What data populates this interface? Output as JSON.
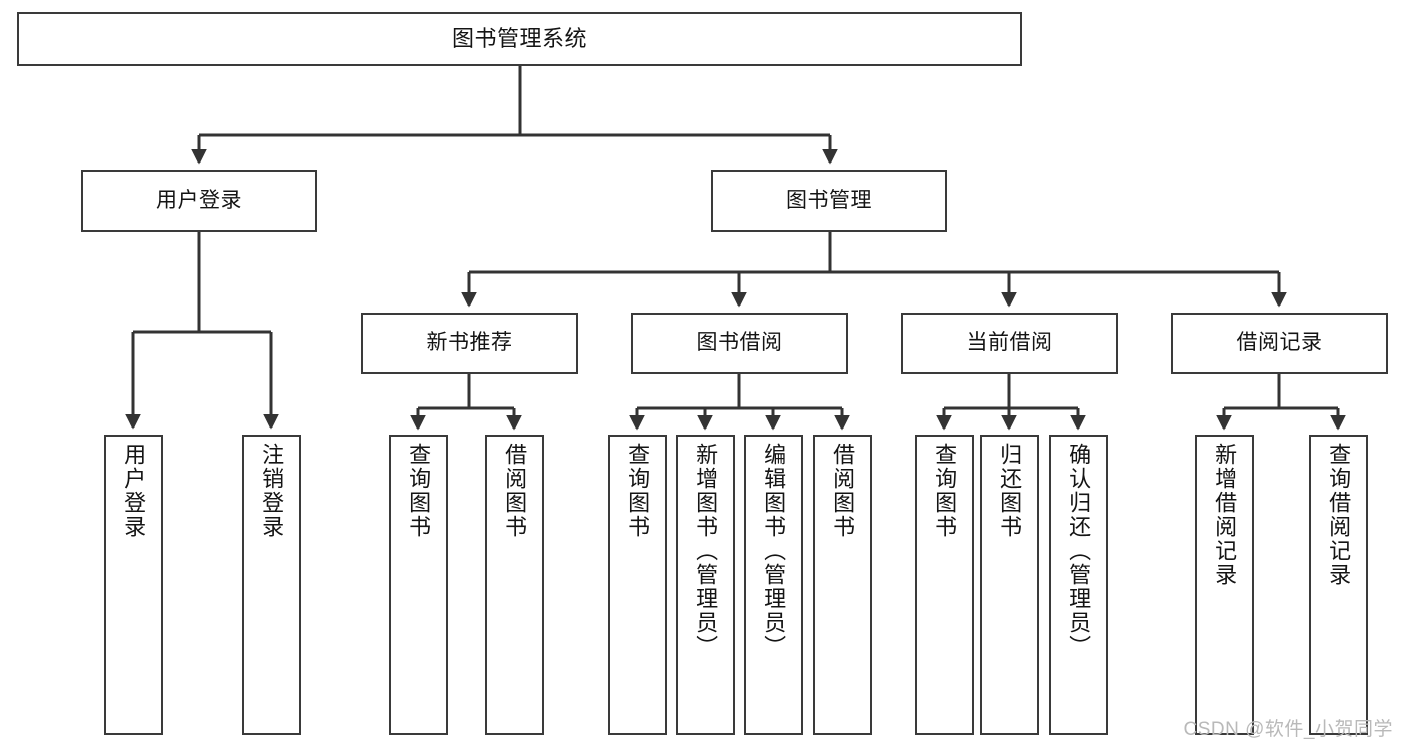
{
  "diagram": {
    "title": "图书管理系统",
    "watermark": "CSDN @软件_小贺同学",
    "colors": {
      "box_border": "#3a3a3a",
      "box_fill": "#ffffff",
      "connector": "#333333",
      "text": "#141414",
      "watermark": "#b9b9b9",
      "background": "#ffffff"
    },
    "root": {
      "label": "图书管理系统"
    },
    "level1": [
      {
        "label": "用户登录"
      },
      {
        "label": "图书管理"
      }
    ],
    "level2": [
      {
        "label": "新书推荐"
      },
      {
        "label": "图书借阅"
      },
      {
        "label": "当前借阅"
      },
      {
        "label": "借阅记录"
      }
    ],
    "leaves": {
      "user_login": [
        {
          "label": "用户登录"
        },
        {
          "label": "注销登录"
        }
      ],
      "new_book_recommend": [
        {
          "label": "查询图书"
        },
        {
          "label": "借阅图书"
        }
      ],
      "book_borrow": [
        {
          "label": "查询图书"
        },
        {
          "label": "新增图书（管理员）"
        },
        {
          "label": "编辑图书（管理员）"
        },
        {
          "label": "借阅图书"
        }
      ],
      "current_borrow": [
        {
          "label": "查询图书"
        },
        {
          "label": "归还图书"
        },
        {
          "label": "确认归还（管理员）"
        }
      ],
      "borrow_records": [
        {
          "label": "新增借阅记录"
        },
        {
          "label": "查询借阅记录"
        }
      ]
    }
  }
}
